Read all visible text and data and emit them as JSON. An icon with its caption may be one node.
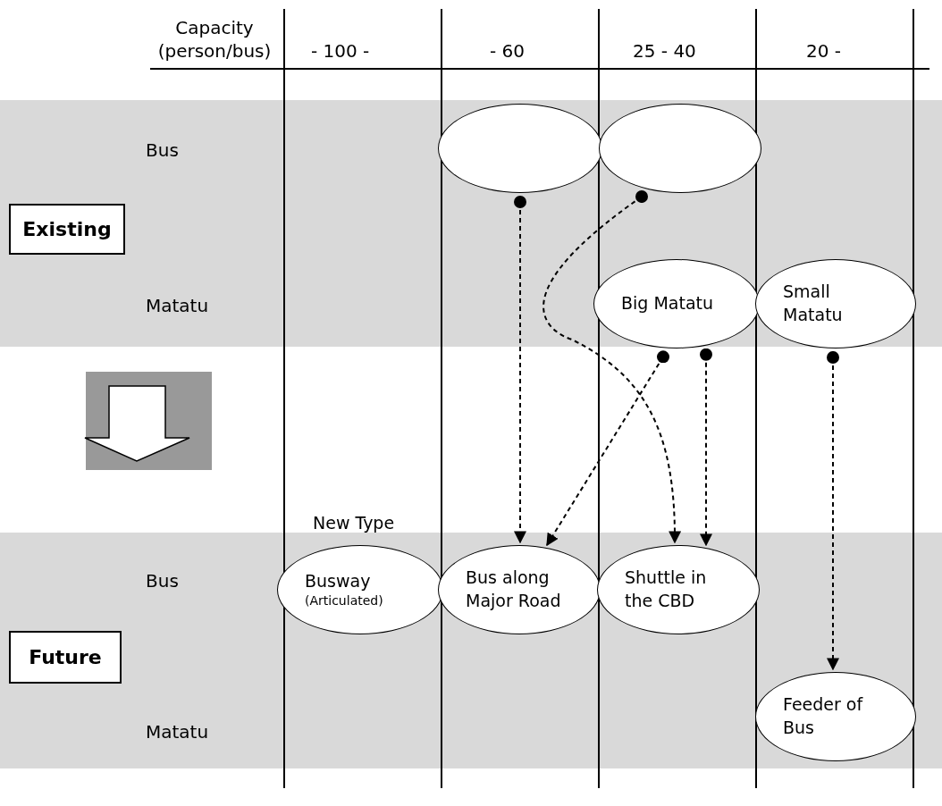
{
  "diagram": {
    "nodes": [
      {
        "text": [
          "Existing"
        ]
      },
      {
        "text": [
          "Future"
        ]
      },
      {
        "text": [],
        "shape": "ellipse"
      },
      {
        "text": [],
        "shape": "ellipse"
      },
      {
        "text": [
          "Big Matatu"
        ]
      },
      {
        "text": [
          "Small Matatu"
        ]
      },
      {
        "text": [
          "Busway",
          "(Articulated)"
        ],
        "beside": [
          "New Type"
        ]
      },
      {
        "text": [
          "Bus along Major Road"
        ]
      },
      {
        "text": [
          "Shuttle in the CBD"
        ]
      },
      {
        "text": [
          "Feeder of Bus"
        ]
      }
    ],
    "edges": [
      {
        "from": 2,
        "to": 7,
        "arrow": "to",
        "style": "dashed"
      },
      {
        "from": 3,
        "to": 8,
        "arrow": "to",
        "style": "dashed"
      },
      {
        "from": 4,
        "to": 7,
        "arrow": "to",
        "style": "dashed"
      },
      {
        "from": 4,
        "to": 8,
        "arrow": "to",
        "style": "dashed"
      },
      {
        "from": 5,
        "to": 9,
        "arrow": "to",
        "style": "dashed"
      }
    ],
    "labels": [
      "Capacity (person/bus)",
      "- 100 -",
      "- 60",
      "25 - 40",
      "20 -",
      "Bus",
      "Matatu",
      "Bus",
      "Matatu"
    ]
  }
}
